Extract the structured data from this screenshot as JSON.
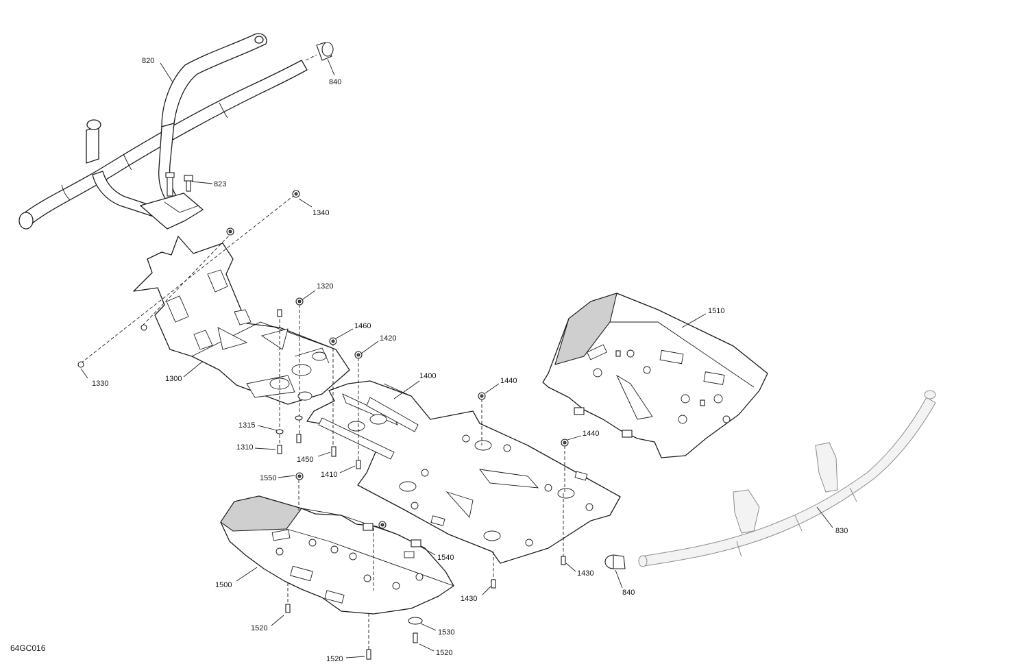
{
  "diagram": {
    "id": "64GC016",
    "callouts": {
      "c820": "820",
      "c840_top": "840",
      "c823": "823",
      "c1340": "1340",
      "c1320": "1320",
      "c1460": "1460",
      "c1420": "1420",
      "c1330": "1330",
      "c1300": "1300",
      "c1400": "1400",
      "c1440_a": "1440",
      "c1440_b": "1440",
      "c1510": "1510",
      "c1315": "1315",
      "c1310": "1310",
      "c1450": "1450",
      "c1410": "1410",
      "c1550": "1550",
      "c1540": "1540",
      "c1430_a": "1430",
      "c1430_b": "1430",
      "c1500": "1500",
      "c830": "830",
      "c840_bottom": "840",
      "c1520_a": "1520",
      "c1530": "1530",
      "c1520_b": "1520",
      "c1520_c": "1520"
    }
  }
}
